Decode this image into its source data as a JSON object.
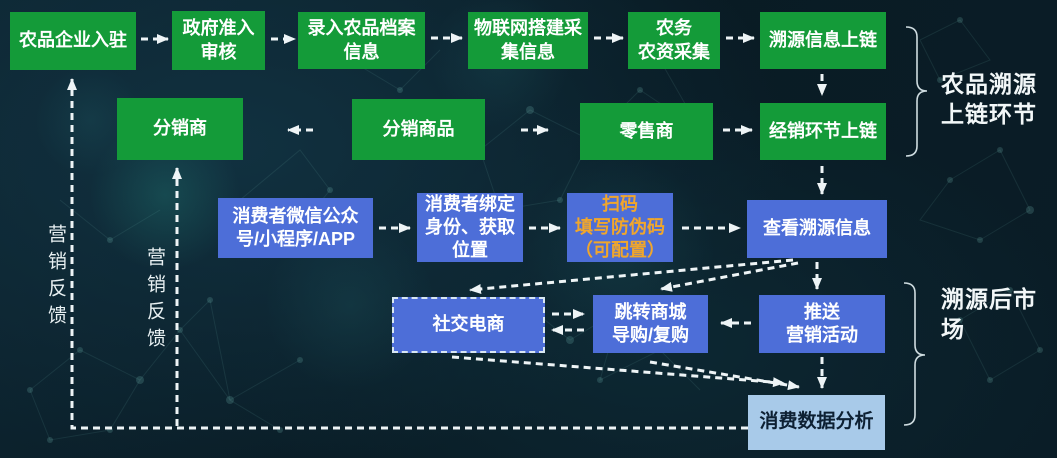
{
  "boxes": {
    "enterprise_entry": {
      "label": "农品企业入驻"
    },
    "gov_review": {
      "label": "政府准入\n审核"
    },
    "product_record": {
      "label": "录入农品档案\n信息"
    },
    "iot_collect": {
      "label": "物联网搭建采\n集信息"
    },
    "farm_collect": {
      "label": "农务\n农资采集"
    },
    "trace_onchain": {
      "label": "溯源信息上链"
    },
    "distributor": {
      "label": "分销商"
    },
    "distribute_goods": {
      "label": "分销商品"
    },
    "retailer": {
      "label": "零售商"
    },
    "dealer_onchain": {
      "label": "经销环节上链"
    },
    "consumer_wechat": {
      "label": "消费者微信公众\n号/小程序/APP"
    },
    "bind_identity": {
      "label": "消费者绑定\n身份、获取\n位置"
    },
    "scan_code": {
      "label": "扫码\n填写防伪码\n（可配置）"
    },
    "view_trace": {
      "label": "查看溯源信息"
    },
    "social_ecommerce": {
      "label": "社交电商"
    },
    "jump_mall": {
      "label": "跳转商城\n导购/复购"
    },
    "push_marketing": {
      "label": "推送\n营销活动"
    },
    "consume_analysis": {
      "label": "消费数据分析"
    }
  },
  "sections": {
    "onchain": "农品溯源\n上链环节",
    "aftermarket": "溯源后市场"
  },
  "feedback": {
    "left": "营销反馈",
    "right": "营销反馈"
  },
  "colors": {
    "green_box": "#149b39",
    "blue_box": "#4d6ed8",
    "light_blue_box": "#a8cae9",
    "orange_text": "#f0a62c",
    "arrow": "#eef4f6",
    "background": "#0a1c26"
  }
}
